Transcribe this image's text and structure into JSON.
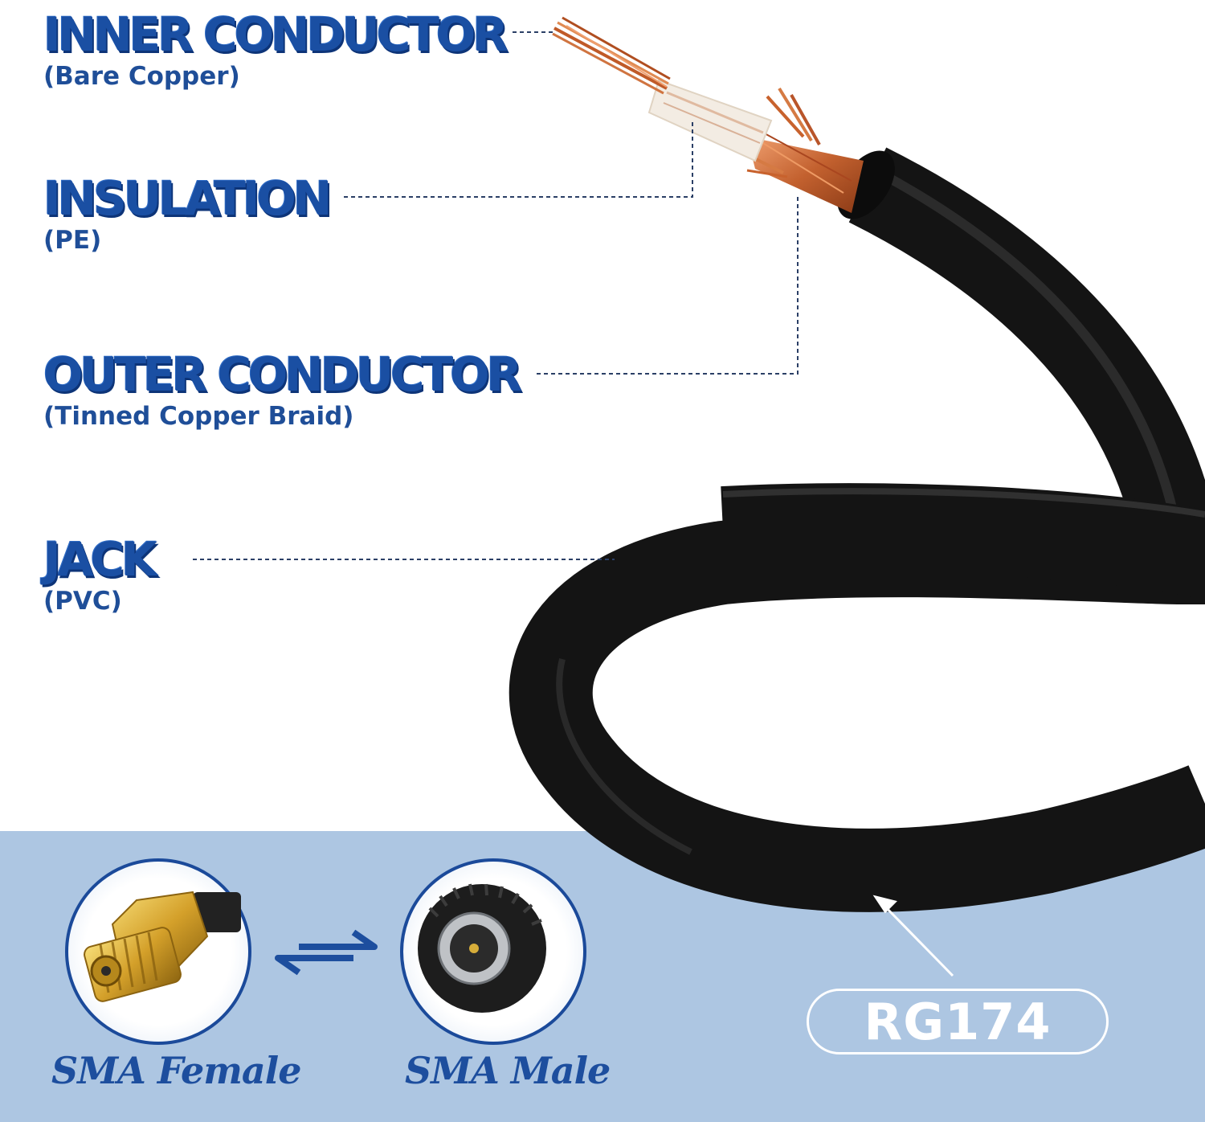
{
  "layers": [
    {
      "title": "INNER CONDUCTOR",
      "subtitle": "(Bare Copper)"
    },
    {
      "title": "INSULATION",
      "subtitle": "(PE)"
    },
    {
      "title": "OUTER CONDUCTOR",
      "subtitle": "(Tinned Copper Braid)"
    },
    {
      "title": "JACK",
      "subtitle": "(PVC)"
    }
  ],
  "connectors": {
    "female_label": "SMA Female",
    "male_label": "SMA Male"
  },
  "cable_type": "RG174",
  "colors": {
    "label_blue": "#1a4fa3",
    "band_blue": "#adc6e2",
    "cable_black": "#121212",
    "copper": "#c86b3c",
    "gold": "#d9a92e"
  }
}
